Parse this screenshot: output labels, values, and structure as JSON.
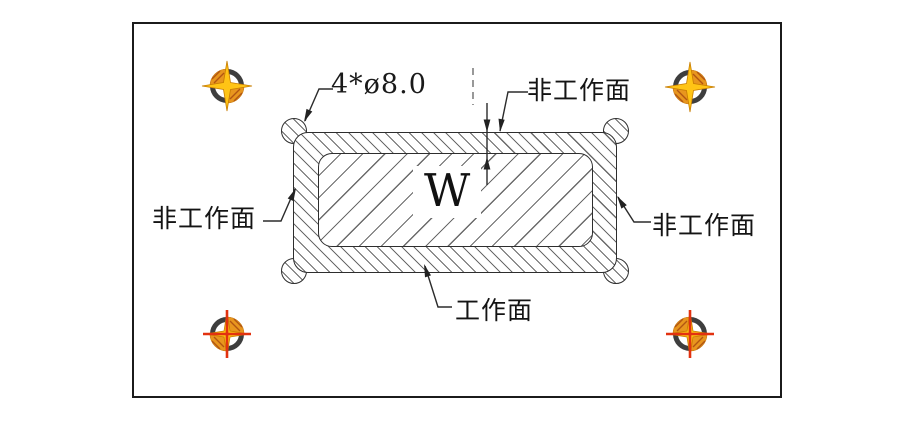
{
  "drawing": {
    "type": "engineering-section-drawing",
    "labels": {
      "hole_callout": "4*ø8.0",
      "top_face": "非工作面",
      "left_face": "非工作面",
      "right_face": "非工作面",
      "bottom_face": "工作面",
      "material_mark": "W"
    },
    "colors": {
      "outline": "#2b2b2b",
      "hatch": "#6a6a6a",
      "frame": "#1b1b1b",
      "mark_ring": "#3e3e3e",
      "mark_orange": "#e8961e",
      "mark_gold": "#ffc415",
      "mark_red": "#e23210"
    },
    "registration_marks": [
      {
        "position": "top-left",
        "cross_color": "gold",
        "orange_quadrants": "top-left & bottom-right"
      },
      {
        "position": "top-right",
        "cross_color": "gold",
        "orange_quadrants": "top-right & bottom-left"
      },
      {
        "position": "bottom-left",
        "cross_color": "red",
        "orange_quadrants": "top-right & bottom-left"
      },
      {
        "position": "bottom-right",
        "cross_color": "red",
        "orange_quadrants": "top-left & bottom-right"
      }
    ],
    "features": {
      "corner_holes": 4,
      "hole_diameter": "8.0",
      "outer_band": "non-working surface (hatched \\ )",
      "inner_core": "working core (hatched / )"
    }
  }
}
